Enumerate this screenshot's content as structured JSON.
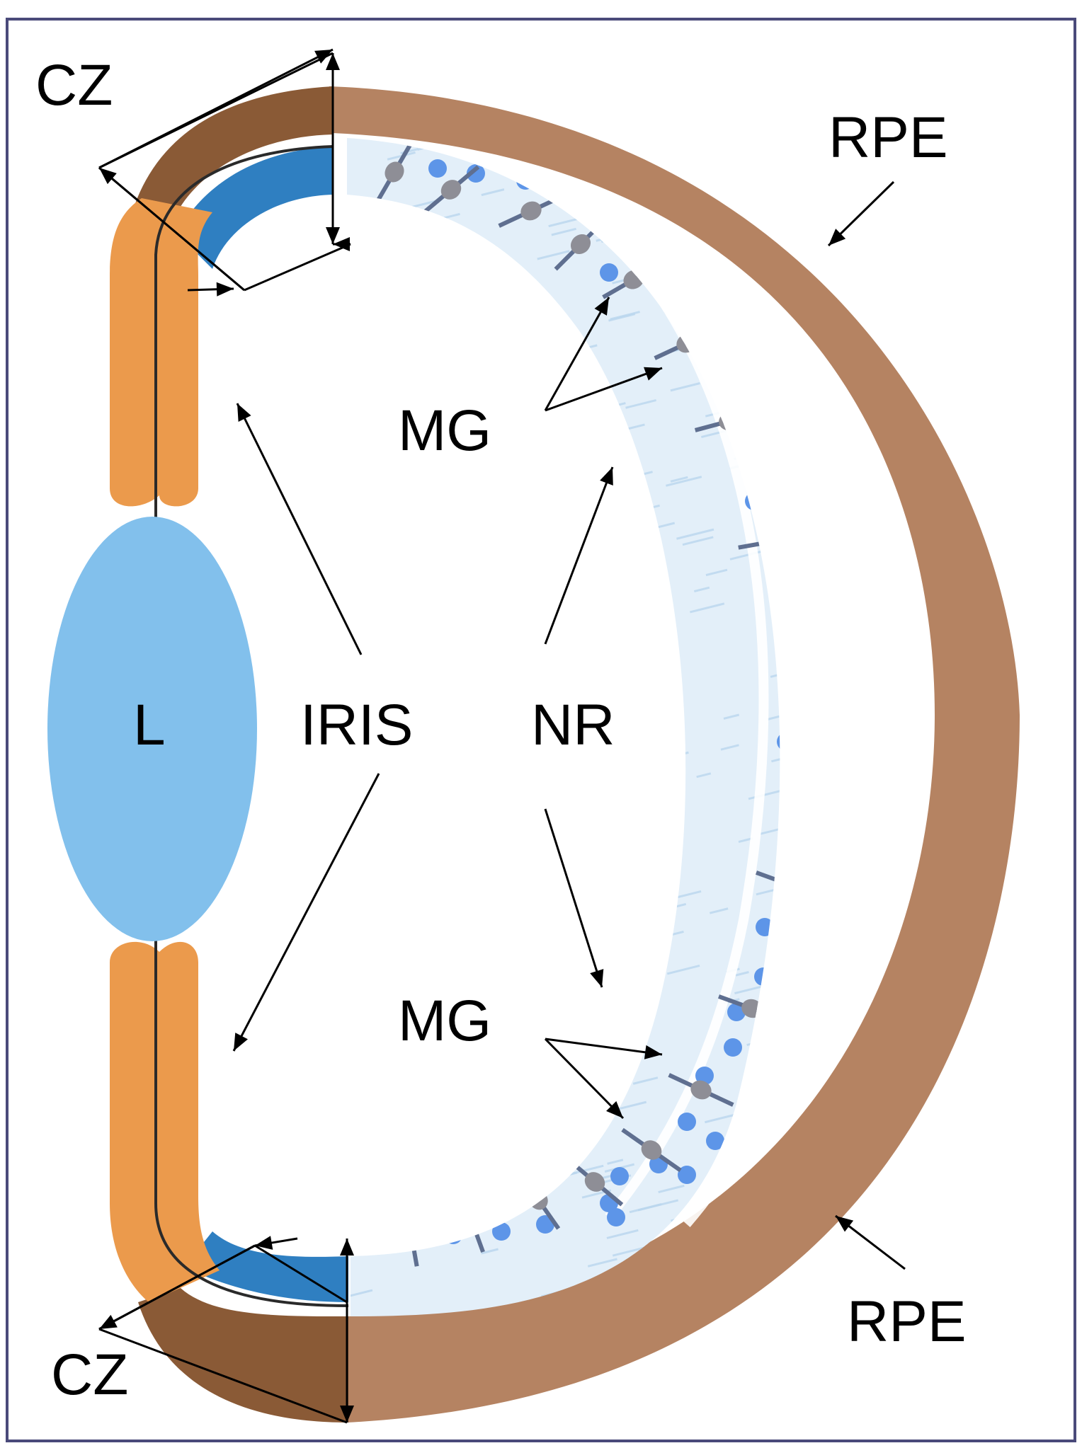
{
  "labels": {
    "cz_top": "CZ",
    "cz_bottom": "CZ",
    "rpe_top": "RPE",
    "rpe_bottom": "RPE",
    "mg_top": "MG",
    "mg_bottom": "MG",
    "iris": "IRIS",
    "nr": "NR",
    "lens": "L"
  },
  "colors": {
    "frame": "#4a4a7a",
    "rpe": "#b58362",
    "ciliary_dark": "#8a5a36",
    "iris": "#eb9a4c",
    "cz_blue": "#2f7fc1",
    "lens": "#82c0ec",
    "retina_bg": "#e3eff9",
    "retina_texture": "#b9d6ee",
    "nucleus": "#5d95e8",
    "muller_cell": "#8e8e96",
    "muller_process": "#5f6f90"
  }
}
